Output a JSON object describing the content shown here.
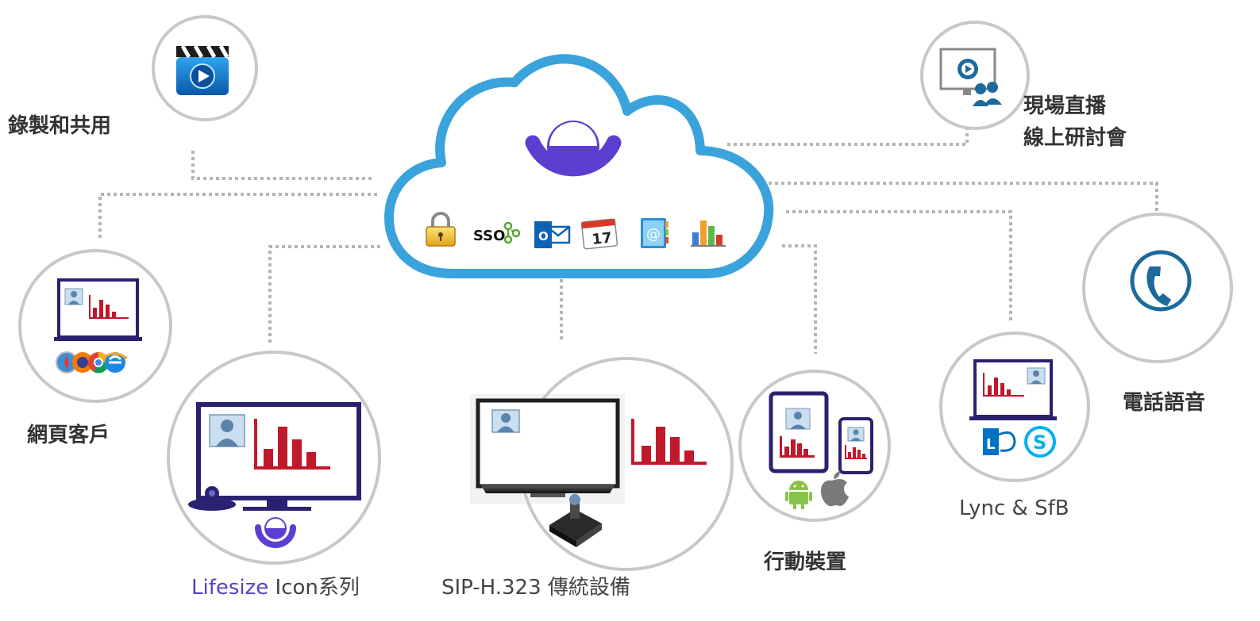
{
  "labels": {
    "record_share": "錄製和共用",
    "live_stream_line1": "現場直播",
    "live_stream_line2": "線上研討會",
    "web_client": "網頁客戶",
    "phone_audio": "電話語音",
    "icon_series_brand": "Lifesize",
    "icon_series_rest": " Icon系列",
    "sip_h323": "SIP-H.323 傳統設備",
    "mobile": "行動裝置",
    "lync_sfb": "Lync & SfB"
  },
  "cloud_icons": {
    "sso_text": "SSO",
    "outlook_letter": "O",
    "calendar_day": "17",
    "contacts_symbol": "@"
  },
  "logo_letters": {
    "lync": "L",
    "skype": "S"
  },
  "icon_names": [
    "lock-icon",
    "sso-icon",
    "outlook-icon",
    "calendar-icon",
    "contacts-icon",
    "bar-chart-icon",
    "video-clapper-icon",
    "webinar-icon",
    "phone-icon",
    "browser-icons",
    "android-icon",
    "apple-icon",
    "lync-icon",
    "skype-icon",
    "camera-icon",
    "codec-icon"
  ],
  "colors": {
    "cloud_stroke": "#3aa3dc",
    "lifesize_purple": "#5b3fd1",
    "circle_stroke": "#c8c8c8",
    "connector": "#b5b5b5",
    "chart_red": "#c0192b",
    "monitor_navy": "#2a2270",
    "phone_blue": "#1c6a9c"
  }
}
